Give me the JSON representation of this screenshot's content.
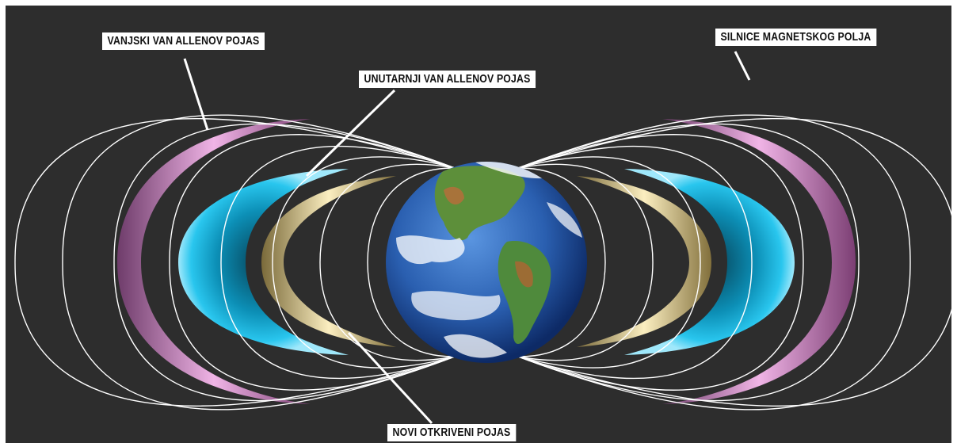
{
  "labels": {
    "outer_belt": "VANJSKI VAN ALLENOV POJAS",
    "inner_belt": "UNUTARNJI VAN ALLENOV POJAS",
    "field_lines": "SILNICE MAGNETSKOG POLJA",
    "new_belt": "NOVI OTKRIVENI POJAS"
  },
  "colors": {
    "background": "#2d2d2d",
    "field_line": "#ffffff",
    "outer_belt": "#d989c8",
    "inner_belt": "#19b8e0",
    "new_belt": "#e6d6a0",
    "earth_ocean": "#2b64b8",
    "earth_land": "#4f8a3c"
  }
}
